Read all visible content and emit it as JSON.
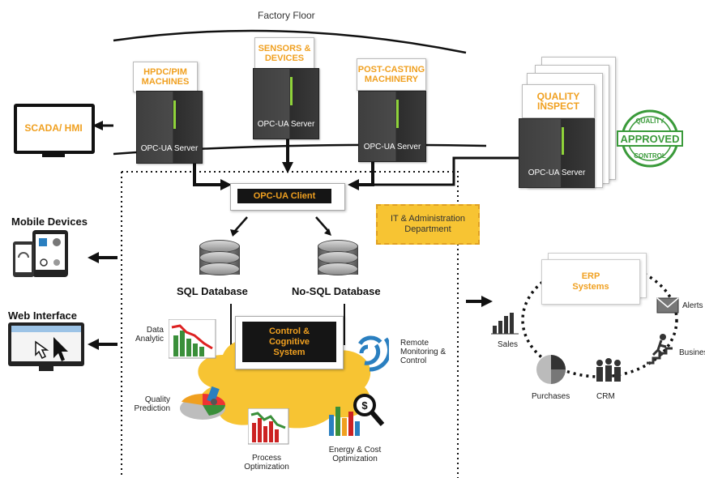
{
  "factory_floor": {
    "title": "Factory Floor"
  },
  "servers": [
    {
      "tag": "HPDC/PIM MACHINES",
      "label": "OPC-UA Server"
    },
    {
      "tag": "SENSORS & DEVICES",
      "label": "OPC-UA Server"
    },
    {
      "tag": "POST-CASTING MACHINERY",
      "label": "OPC-UA Server"
    },
    {
      "tag": "QUALITY INSPECT",
      "label": "OPC-UA Server"
    }
  ],
  "scada": {
    "label": "SCADA/ HMI"
  },
  "approved_seal": {
    "top_text": "QUALITY",
    "center_text": "APPROVED",
    "bottom_text": "CONTROL"
  },
  "opc_client": {
    "label": "OPC-UA Client"
  },
  "it_department": {
    "label": "IT & Administration Department"
  },
  "databases": {
    "sql": "SQL Database",
    "nosql": "No-SQL Database"
  },
  "control": {
    "label": "Control & Cognitive System"
  },
  "modules": {
    "data_analytic": "Data Analytic",
    "remote": "Remote Monitoring & Control",
    "quality_prediction": "Quality Prediction",
    "process_optimization": "Process Optimization",
    "energy": "Energy & Cost Optimization"
  },
  "devices": {
    "mobile": "Mobile Devices",
    "web": "Web Interface"
  },
  "erp": {
    "title": "ERP Systems",
    "alerts": "Alerts",
    "sales": "Sales",
    "business": "Business Analy",
    "purchases": "Purchases",
    "crm": "CRM"
  },
  "colors": {
    "accent": "#f0a020",
    "cloud": "#f7c433",
    "dark": "#1b1b1b"
  }
}
